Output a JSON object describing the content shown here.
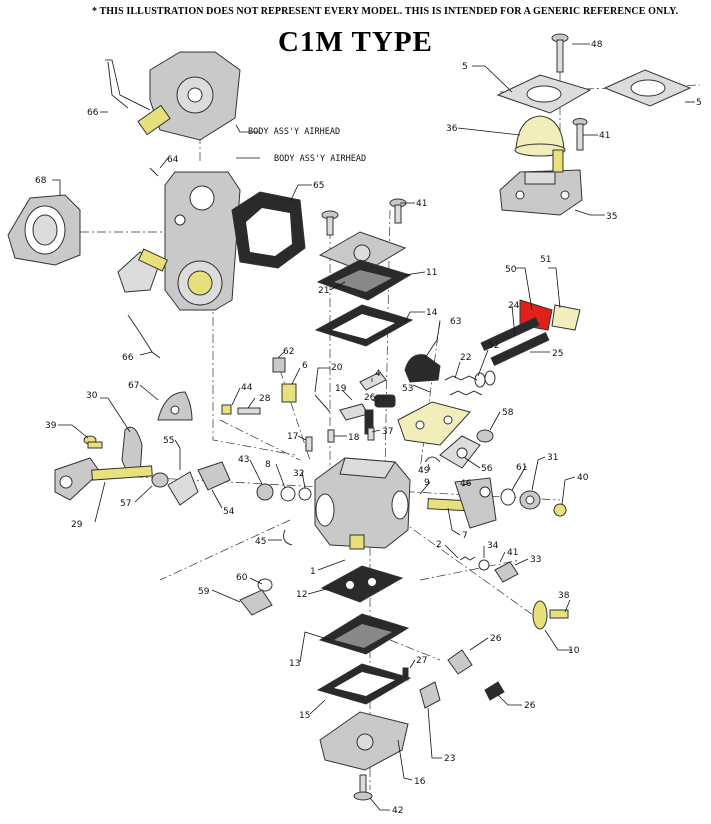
{
  "header": {
    "disclaimer": "* THIS ILLUSTRATION DOES NOT REPRESENT EVERY MODEL. THIS IS INTENDED FOR A GENERIC REFERENCE ONLY.",
    "title": "C1M  TYPE"
  },
  "annotations": {
    "body_assy_1": "BODY ASS'Y AIRHEAD",
    "body_assy_2": "BODY ASS'Y AIRHEAD"
  },
  "callouts": {
    "p48": "48",
    "p5a": "5",
    "p5b": "5",
    "p36": "36",
    "p41a": "41",
    "p35": "35",
    "p66a": "66",
    "p64": "64",
    "p65": "65",
    "p68": "68",
    "p41b": "41",
    "p11": "11",
    "p21": "21",
    "p14": "14",
    "p51": "51",
    "p50": "50",
    "p24": "24",
    "p25": "25",
    "p66b": "66",
    "p63": "63",
    "p52": "52",
    "p22": "22",
    "p62": "62",
    "p6": "6",
    "p20": "20",
    "p4": "4",
    "p53": "53",
    "p19": "19",
    "p26a": "26",
    "p67": "67",
    "p44": "44",
    "p28": "28",
    "p30": "30",
    "p58": "58",
    "p39": "39",
    "p37": "37",
    "p55": "55",
    "p17": "17",
    "p18": "18",
    "p43": "43",
    "p8": "8",
    "p32": "32",
    "p56": "56",
    "p49": "49",
    "p46": "46",
    "p61": "61",
    "p31": "31",
    "p40": "40",
    "p9": "9",
    "p57": "57",
    "p54": "54",
    "p29": "29",
    "p7": "7",
    "p45": "45",
    "p2": "2",
    "p34": "34",
    "p41c": "41",
    "p33": "33",
    "p1": "1",
    "p60": "60",
    "p59": "59",
    "p12": "12",
    "p38": "38",
    "p10": "10",
    "p13": "13",
    "p26b": "26",
    "p27": "27",
    "p26c": "26",
    "p15": "15",
    "p23": "23",
    "p16": "16",
    "p42": "42"
  },
  "colors": {
    "part_grey": "#c9c9c9",
    "highlight_yellow": "#e8e07a",
    "highlight_red": "#e0201a",
    "gasket_black": "#2a2a2a"
  }
}
